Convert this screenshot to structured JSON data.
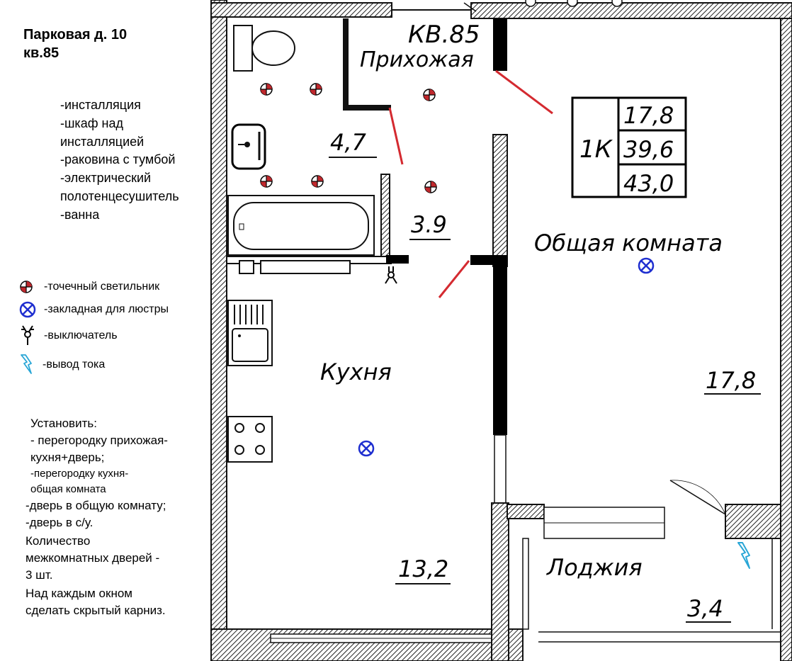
{
  "header": {
    "address_line1": "Парковая д. 10",
    "address_line2": "кв.85"
  },
  "bathroom_notes": [
    "-инсталляция",
    "-шкаф над",
    "инсталляцией",
    "-раковина с тумбой",
    "-электрический",
    "полотенцесушитель",
    "-ванна"
  ],
  "legend": [
    {
      "icon": "spotlight-icon",
      "label": "-точечный светильник"
    },
    {
      "icon": "chandelier-mount-icon",
      "label": "-закладная для люстры"
    },
    {
      "icon": "switch-icon",
      "label": "-выключатель"
    },
    {
      "icon": "power-outlet-icon",
      "label": "-вывод тока"
    }
  ],
  "instructions": [
    "Установить:",
    "- перегородку прихожая-",
    "кухня+дверь;",
    "-перегородку кухня-",
    "общая комната",
    "-дверь в общую комнату;",
    "-дверь в с/у.",
    "Количество",
    "межкомнатных дверей -",
    "3 шт.",
    "Над каждым окном",
    "сделать скрытый карниз."
  ],
  "plan": {
    "apartment_label": "КВ.85",
    "hall_label": "Прихожая",
    "bathroom_area": "4,7",
    "hall_area": "3.9",
    "living_label": "Общая комната",
    "living_area": "17,8",
    "kitchen_label": "Кухня",
    "kitchen_area": "13,2",
    "loggia_label": "Лоджия",
    "loggia_area": "3,4",
    "summary_type": "1К",
    "summary_values": [
      "17,8",
      "39,6",
      "43,0"
    ]
  },
  "colors": {
    "spotlight_red": "#c0282d",
    "chandelier_blue": "#1f2fd0",
    "outlet_cyan": "#29a6d6",
    "partition_red": "#d42a30",
    "wall": "#111111"
  }
}
